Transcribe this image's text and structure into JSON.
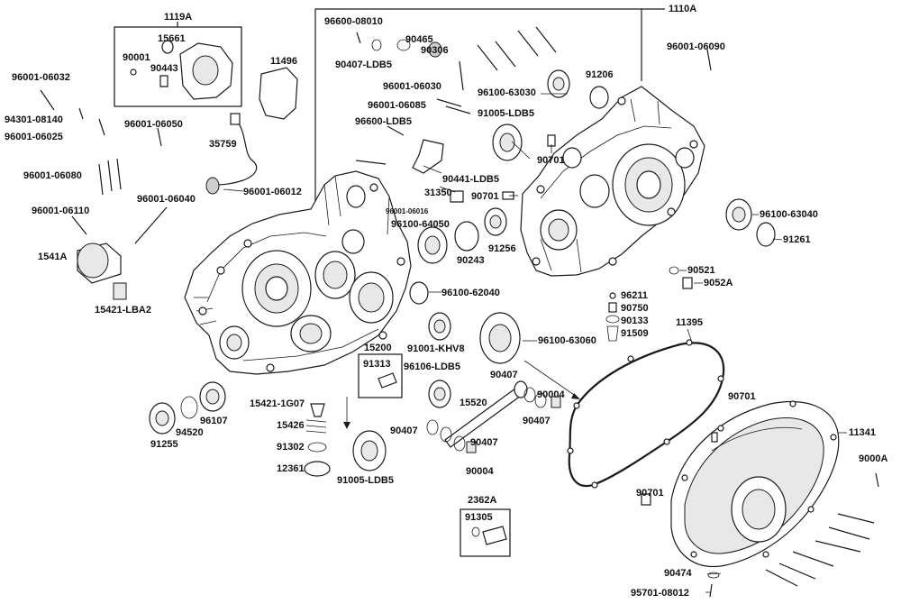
{
  "diagram": {
    "labels": [
      {
        "id": "1119A",
        "text": "1119A"
      },
      {
        "id": "15661",
        "text": "15661"
      },
      {
        "id": "90001",
        "text": "90001"
      },
      {
        "id": "90443",
        "text": "90443"
      },
      {
        "id": "11496",
        "text": "11496"
      },
      {
        "id": "96001-06032",
        "text": "96001-06032"
      },
      {
        "id": "94301-08140",
        "text": "94301-08140"
      },
      {
        "id": "96001-06025",
        "text": "96001-06025"
      },
      {
        "id": "96001-06050",
        "text": "96001-06050"
      },
      {
        "id": "35759",
        "text": "35759"
      },
      {
        "id": "96001-06080",
        "text": "96001-06080"
      },
      {
        "id": "96001-06012",
        "text": "96001-06012"
      },
      {
        "id": "96001-06040",
        "text": "96001-06040"
      },
      {
        "id": "96001-06110",
        "text": "96001-06110"
      },
      {
        "id": "1541A",
        "text": "1541A"
      },
      {
        "id": "15421-LBA2",
        "text": "15421-LBA2"
      },
      {
        "id": "96600-08010",
        "text": "96600-08010"
      },
      {
        "id": "90465",
        "text": "90465"
      },
      {
        "id": "90306",
        "text": "90306"
      },
      {
        "id": "90407-LDB5-a",
        "text": "90407-LDB5"
      },
      {
        "id": "1110A",
        "text": "1110A"
      },
      {
        "id": "96001-06090",
        "text": "96001-06090"
      },
      {
        "id": "96001-06030",
        "text": "96001-06030"
      },
      {
        "id": "96100-63030",
        "text": "96100-63030"
      },
      {
        "id": "91206",
        "text": "91206"
      },
      {
        "id": "96001-06085",
        "text": "96001-06085"
      },
      {
        "id": "91005-LDB5-a",
        "text": "91005-LDB5"
      },
      {
        "id": "96600-LDB5",
        "text": "96600-LDB5"
      },
      {
        "id": "90701-a",
        "text": "90701"
      },
      {
        "id": "90441-LDB5",
        "text": "90441-LDB5"
      },
      {
        "id": "31350",
        "text": "31350"
      },
      {
        "id": "90701-b",
        "text": "90701"
      },
      {
        "id": "96001-06016",
        "text": "96001-06016"
      },
      {
        "id": "96100-64050",
        "text": "96100-64050"
      },
      {
        "id": "91256",
        "text": "91256"
      },
      {
        "id": "90243",
        "text": "90243"
      },
      {
        "id": "96100-63040",
        "text": "96100-63040"
      },
      {
        "id": "91261",
        "text": "91261"
      },
      {
        "id": "90521",
        "text": "90521"
      },
      {
        "id": "9052A",
        "text": "9052A"
      },
      {
        "id": "96100-62040",
        "text": "96100-62040"
      },
      {
        "id": "96211",
        "text": "96211"
      },
      {
        "id": "90750",
        "text": "90750"
      },
      {
        "id": "90133",
        "text": "90133"
      },
      {
        "id": "91509",
        "text": "91509"
      },
      {
        "id": "11395",
        "text": "11395"
      },
      {
        "id": "96100-63060",
        "text": "96100-63060"
      },
      {
        "id": "91001-KHV8",
        "text": "91001-KHV8"
      },
      {
        "id": "15200",
        "text": "15200"
      },
      {
        "id": "91313",
        "text": "91313"
      },
      {
        "id": "96106-LDB5",
        "text": "96106-LDB5"
      },
      {
        "id": "90407-c",
        "text": "90407"
      },
      {
        "id": "90004-a",
        "text": "90004"
      },
      {
        "id": "15520",
        "text": "15520"
      },
      {
        "id": "90407-d",
        "text": "90407"
      },
      {
        "id": "90407-b",
        "text": "90407"
      },
      {
        "id": "90407-e",
        "text": "90407"
      },
      {
        "id": "90004-b",
        "text": "90004"
      },
      {
        "id": "90701-c",
        "text": "90701"
      },
      {
        "id": "11341",
        "text": "11341"
      },
      {
        "id": "9000A",
        "text": "9000A"
      },
      {
        "id": "90701-d",
        "text": "90701"
      },
      {
        "id": "15421-1G07",
        "text": "15421-1G07"
      },
      {
        "id": "15426",
        "text": "15426"
      },
      {
        "id": "91302",
        "text": "91302"
      },
      {
        "id": "12361",
        "text": "12361"
      },
      {
        "id": "91005-LDB5-b",
        "text": "91005-LDB5"
      },
      {
        "id": "91255",
        "text": "91255"
      },
      {
        "id": "94520",
        "text": "94520"
      },
      {
        "id": "96107",
        "text": "96107"
      },
      {
        "id": "2362A",
        "text": "2362A"
      },
      {
        "id": "91305",
        "text": "91305"
      },
      {
        "id": "90474",
        "text": "90474"
      },
      {
        "id": "95701-08012",
        "text": "95701-08012"
      }
    ]
  }
}
